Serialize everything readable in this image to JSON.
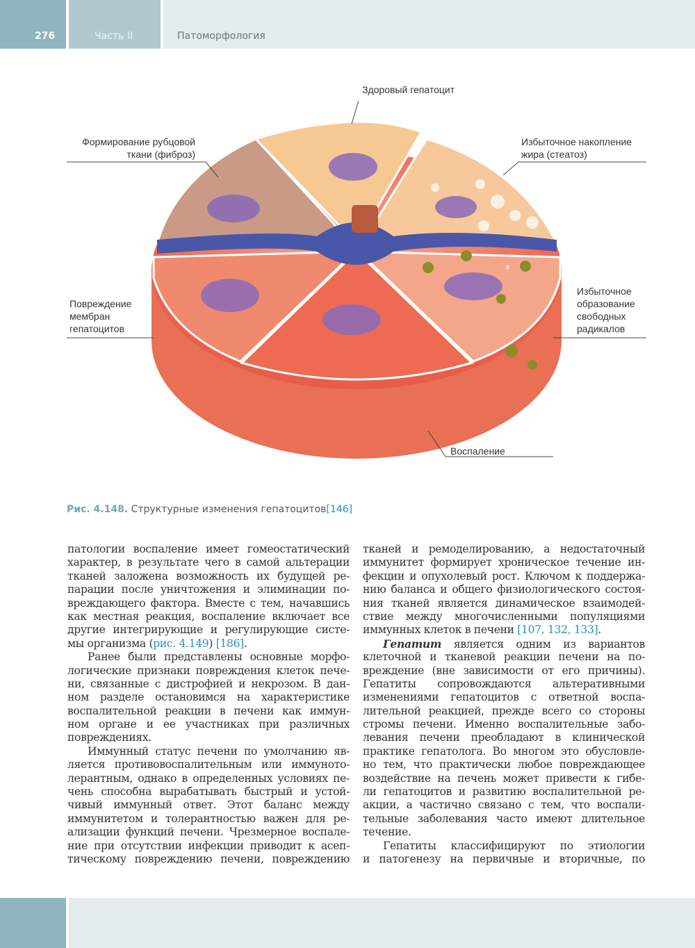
{
  "header": {
    "page_number": "276",
    "part": "Часть II",
    "chapter": "Патоморфология"
  },
  "figure": {
    "labels": {
      "healthy": "Здоровый гепатоцит",
      "fibrosis": [
        "Формирование рубцовой",
        "ткани (фиброз)"
      ],
      "steatosis": [
        "Избыточное накопление",
        "жира (стеатоз)"
      ],
      "membrane": [
        "Повреждение",
        "мембран",
        "гепатоцитов"
      ],
      "radicals": [
        "Избыточное",
        "образование",
        "свободных",
        "радикалов"
      ],
      "inflammation": "Воспаление"
    },
    "radical_marker": "R",
    "caption": {
      "number": "Рис. 4.148.",
      "text": "Структурные изменения гепатоцитов",
      "ref": "[146]"
    }
  },
  "columns": {
    "left": [
      {
        "t": "патологии воспаление имеет гомеостатический"
      },
      {
        "t": "характер, в результате чего в самой альтерации"
      },
      {
        "t": "тканей заложена возможность их будущей ре-"
      },
      {
        "t": "парации после уничтожения и элиминации по-"
      },
      {
        "t": "вреждающего фактора. Вместе с тем, начавшись"
      },
      {
        "t": "как местная реакция, воспаление включает все"
      },
      {
        "t": "другие интегрирующие и регулирующие систе-"
      },
      {
        "parts": [
          {
            "t": "мы организма ("
          },
          {
            "t": "рис. 4.149",
            "c": "link"
          },
          {
            "t": ") "
          },
          {
            "t": "[186]",
            "c": "link"
          },
          {
            "t": "."
          }
        ],
        "last": true
      },
      {
        "t": "Ранее были представлены основные морфо-",
        "ind": true
      },
      {
        "t": "логические признаки повреждения клеток пече-"
      },
      {
        "t": "ни, связанные с дистрофией и некрозом. В дан-"
      },
      {
        "t": "ном разделе остановимся на характеристике"
      },
      {
        "t": "воспалительной реакции в печени как иммун-"
      },
      {
        "t": "ном органе и ее участниках при различных"
      },
      {
        "t": "повреждениях.",
        "last": true
      },
      {
        "t": "Иммунный статус печени по умолчанию яв-",
        "ind": true
      },
      {
        "t": "ляется противовоспалительным или иммуното-"
      },
      {
        "t": "лерантным, однако в определенных условиях пе-"
      },
      {
        "t": "чень способна вырабатывать быстрый и устой-"
      },
      {
        "t": "чивый иммунный ответ. Этот баланс между"
      },
      {
        "t": "иммунитетом и толерантностью важен для ре-"
      },
      {
        "t": "ализации функций печени. Чрезмерное воспале-"
      },
      {
        "t": "ние при отсутствии инфекции приводит к асеп-"
      },
      {
        "t": "тическому повреждению печени, повреждению"
      }
    ],
    "right": [
      {
        "t": "тканей и ремоделированию, а недостаточный"
      },
      {
        "t": "иммунитет формирует хроническое течение ин-"
      },
      {
        "t": "фекции и опухолевый рост. Ключом к поддержа-"
      },
      {
        "t": "нию баланса и общего физиологического состоя-"
      },
      {
        "t": "ния тканей является динамическое взаимодей-"
      },
      {
        "t": "ствие между многочисленными популяциями"
      },
      {
        "parts": [
          {
            "t": "иммунных клеток в печени "
          },
          {
            "t": "[107, 132, 133]",
            "c": "link"
          },
          {
            "t": "."
          }
        ],
        "last": true
      },
      {
        "parts": [
          {
            "t": "Гепатит",
            "c": "bi"
          },
          {
            "t": " является одним из вариантов"
          }
        ],
        "ind": true
      },
      {
        "t": "клеточной и тканевой реакции печени на по-"
      },
      {
        "t": "вреждение (вне зависимости от его причины)."
      },
      {
        "t": "Гепатиты сопровождаются альтеративными"
      },
      {
        "t": "изменениями гепатоцитов с ответной воспа-"
      },
      {
        "t": "лительной реакцией, прежде всего со стороны"
      },
      {
        "t": "стромы печени. Именно воспалительные забо-"
      },
      {
        "t": "левания печени преобладают в клинической"
      },
      {
        "t": "практике гепатолога. Во многом это обусловле-"
      },
      {
        "t": "но тем, что практически любое повреждающее"
      },
      {
        "t": "воздействие на печень может привести к гибе-"
      },
      {
        "t": "ли гепатоцитов и развитию воспалительной ре-"
      },
      {
        "t": "акции, а частично связано с тем, что воспали-"
      },
      {
        "t": "тельные заболевания часто имеют длительное"
      },
      {
        "t": "течение.",
        "last": true
      },
      {
        "t": "Гепатиты классифицируют по этиологии",
        "ind": true
      },
      {
        "t": "и патогенезу на первичные и вторичные, по"
      }
    ]
  },
  "colors": {
    "accent": "#8fb5c1",
    "link": "#2a8fc0"
  }
}
